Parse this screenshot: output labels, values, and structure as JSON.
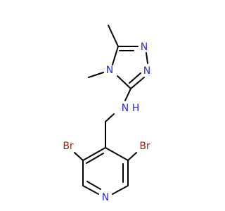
{
  "molecule": {
    "atoms": {
      "n1": {
        "label": "N",
        "color": "#2b2bd9"
      },
      "n2": {
        "label": "N",
        "color": "#2b2bd9"
      },
      "n4": {
        "label": "N",
        "color": "#2b2bd9"
      },
      "nh": {
        "label": "N",
        "color": "#2b2bd9"
      },
      "h": {
        "label": "H",
        "color": "#2b2bd9"
      },
      "br_left": {
        "label": "Br",
        "color": "#8a2c1c"
      },
      "br_right": {
        "label": "Br",
        "color": "#8a2c1c"
      },
      "n_py": {
        "label": "N",
        "color": "#2b2bd9"
      }
    }
  }
}
